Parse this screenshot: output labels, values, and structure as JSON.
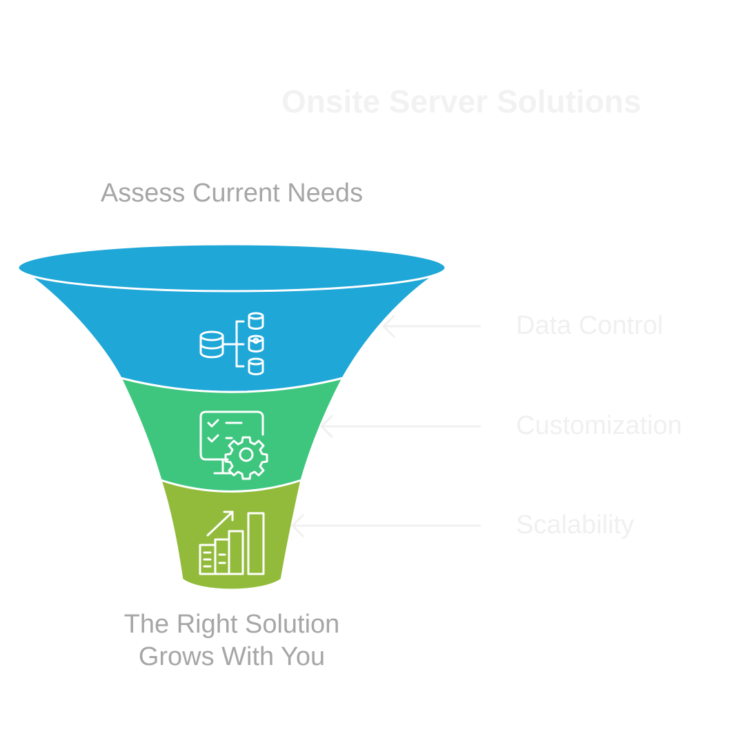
{
  "title": "Onsite Server Solutions",
  "top_label": "Assess Current Needs",
  "bottom_label_lines": [
    "The Right Solution",
    "Grows With You"
  ],
  "stages": [
    {
      "label": "Data Control",
      "color": "#1fa7d8",
      "icon": "database-network-icon"
    },
    {
      "label": "Customization",
      "color": "#3ec67f",
      "icon": "monitor-settings-icon"
    },
    {
      "label": "Scalability",
      "color": "#93bb3b",
      "icon": "growth-chart-icon"
    }
  ],
  "colors": {
    "title": "#f2f2f2",
    "labels": "#a6a6a6",
    "side_labels": "#f0f0f0",
    "arrows": "#f0f0f0",
    "icon_stroke": "#ffffff"
  }
}
